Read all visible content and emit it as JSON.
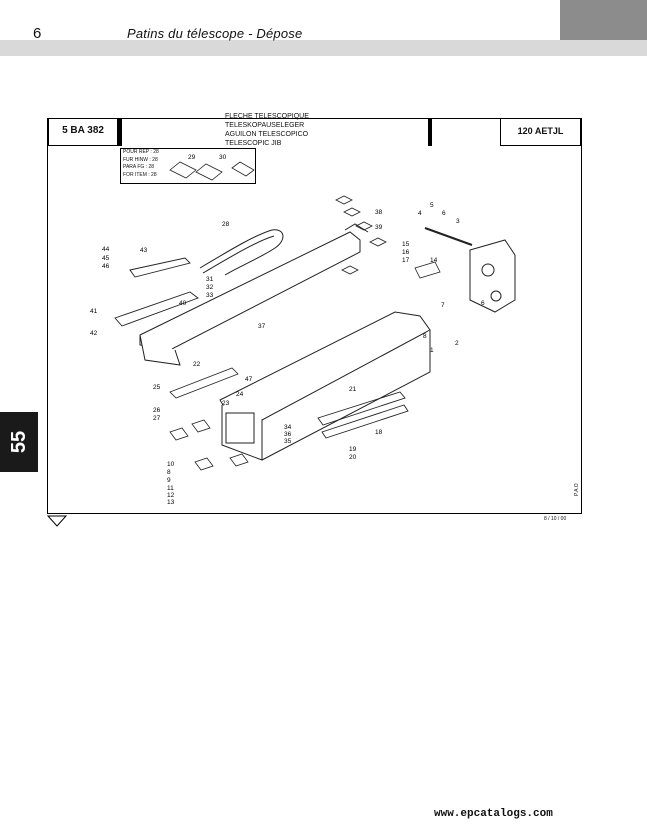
{
  "header": {
    "page_number": "6",
    "title": "Patins du télescope - Dépose"
  },
  "side_tab": {
    "label": "55"
  },
  "drawing": {
    "ref_left": "5 BA 382",
    "ref_right": "120 AETJL",
    "titles": [
      "FLECHE TELESCOPIQUE",
      "TELESKOPAUSELEGER",
      "AGUILON TELESCOPICO",
      "TELESCOPIC JIB"
    ],
    "item_lines": [
      "POUR REP : 28",
      "FUR HINW : 28",
      "PARA FG : 28",
      "FOR ITEM : 28"
    ],
    "vertical_code": "P.A.O",
    "date_code": "8 / 10 / 00",
    "callouts": [
      "1",
      "2",
      "3",
      "4",
      "5",
      "6",
      "7",
      "8",
      "9",
      "10",
      "11",
      "12",
      "13",
      "14",
      "15",
      "16",
      "17",
      "18",
      "19",
      "20",
      "21",
      "22",
      "23",
      "24",
      "25",
      "26",
      "27",
      "28",
      "29",
      "30",
      "31",
      "32",
      "33",
      "34",
      "35",
      "36",
      "37",
      "38",
      "39",
      "40",
      "41",
      "42",
      "43",
      "44",
      "45",
      "46",
      "47"
    ]
  },
  "footer": {
    "url": "www.epcatalogs.com"
  },
  "icons": {
    "nav_arrow": "down-arrow-icon"
  }
}
